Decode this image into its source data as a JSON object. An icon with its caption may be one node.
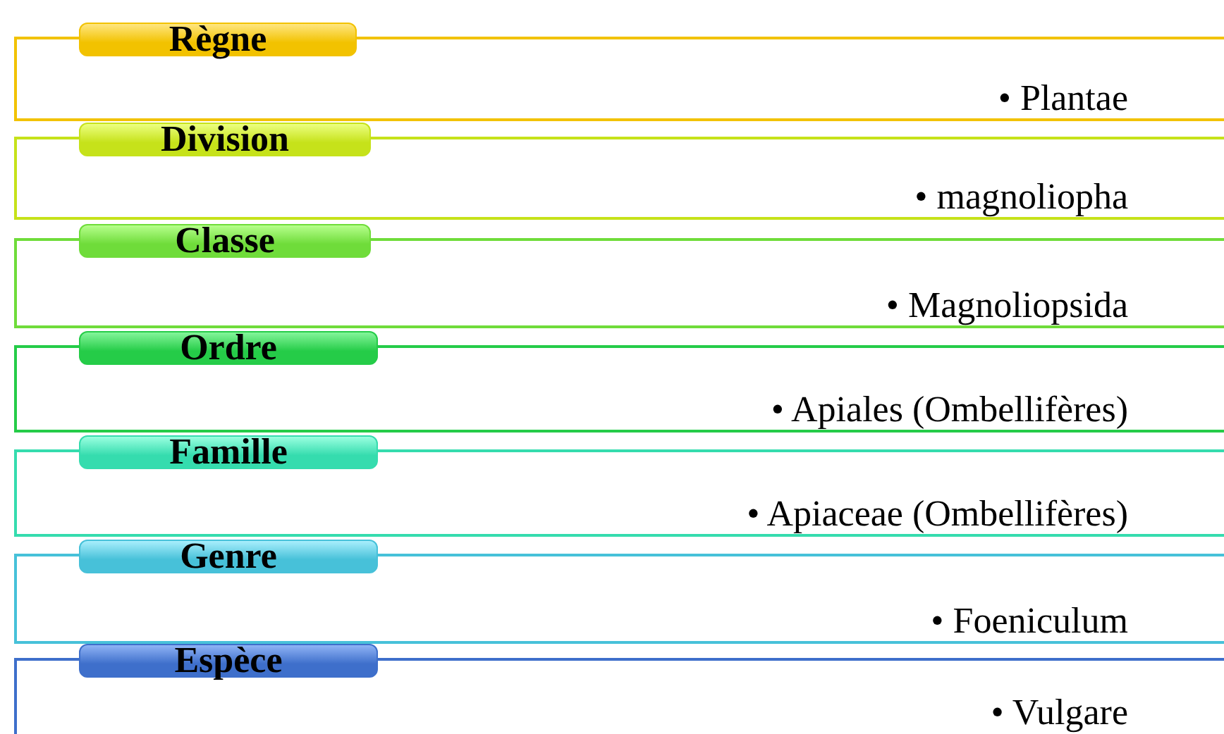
{
  "diagram": {
    "nodes": [
      {
        "text": [
          "Règne",
          "• Plantae"
        ]
      },
      {
        "text": [
          "Division",
          "• magnoliopha"
        ]
      },
      {
        "text": [
          "Classe",
          "• Magnoliopsida"
        ]
      },
      {
        "text": [
          "Ordre",
          "• Apiales (Ombellifères)"
        ]
      },
      {
        "text": [
          "Famille",
          "• Apiaceae (Ombellifères)"
        ]
      },
      {
        "text": [
          "Genre",
          "• Foeniculum"
        ]
      },
      {
        "text": [
          "Espèce",
          "• Vulgare"
        ]
      }
    ]
  }
}
